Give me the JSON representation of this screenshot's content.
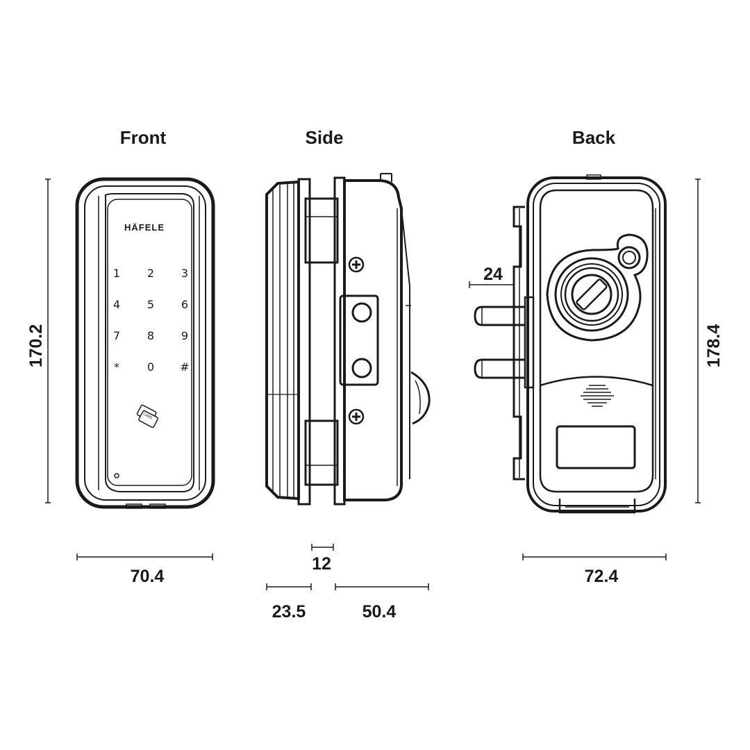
{
  "views": {
    "front": "Front",
    "side": "Side",
    "back": "Back"
  },
  "brand": "HÄFELE",
  "keypad": [
    "1",
    "2",
    "3",
    "4",
    "5",
    "6",
    "7",
    "8",
    "9",
    "*",
    "0",
    "#"
  ],
  "card_label": "CARD",
  "dimensions": {
    "front_height": "170.2",
    "front_width": "70.4",
    "side_gap": "12",
    "side_left": "23.5",
    "side_right": "50.4",
    "back_offset": "24",
    "back_height": "178.4",
    "back_width": "72.4"
  }
}
